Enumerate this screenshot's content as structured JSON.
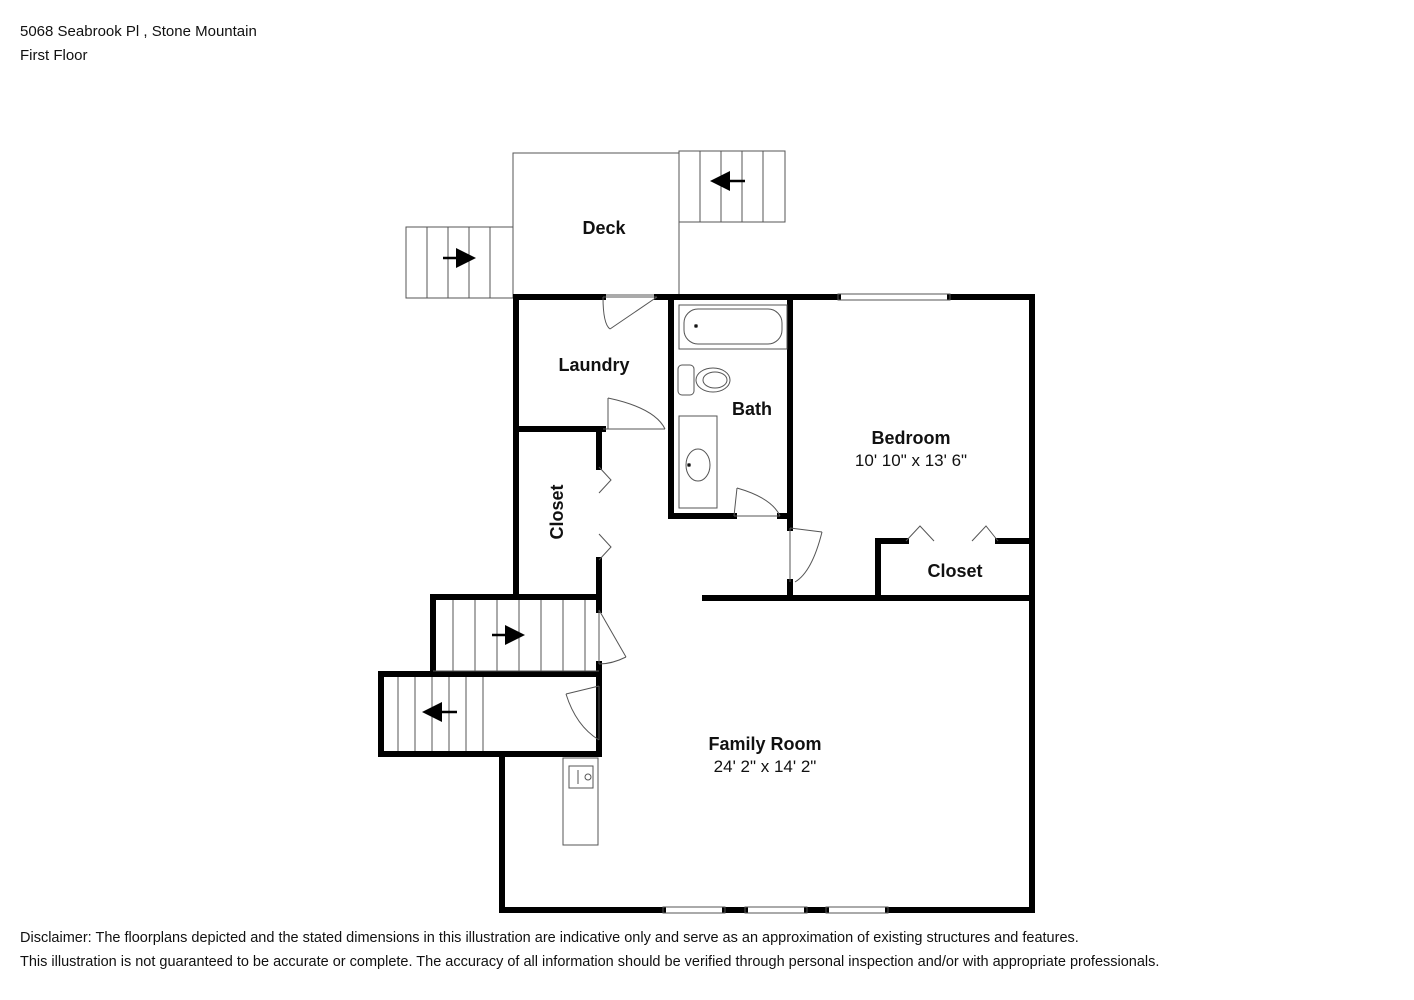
{
  "header": {
    "address": "5068 Seabrook Pl , Stone Mountain",
    "floor": "First Floor"
  },
  "rooms": {
    "deck": "Deck",
    "laundry": "Laundry",
    "bath": "Bath",
    "bedroom": "Bedroom",
    "bedroom_dim": "10' 10\" x 13' 6\"",
    "closet_left": "Closet",
    "closet_bedroom": "Closet",
    "family_room": "Family Room",
    "family_room_dim": "24' 2\" x 14' 2\""
  },
  "disclaimer": {
    "line1": "Disclaimer: The floorplans depicted and the stated dimensions in this illustration are indicative only and serve as an approximation of existing structures and features.",
    "line2": "This illustration is not guaranteed to be accurate or complete. The accuracy of all information should be verified through personal inspection and/or with appropriate professionals."
  },
  "colors": {
    "wall": "#000000",
    "line": "#555555",
    "background": "#ffffff"
  }
}
